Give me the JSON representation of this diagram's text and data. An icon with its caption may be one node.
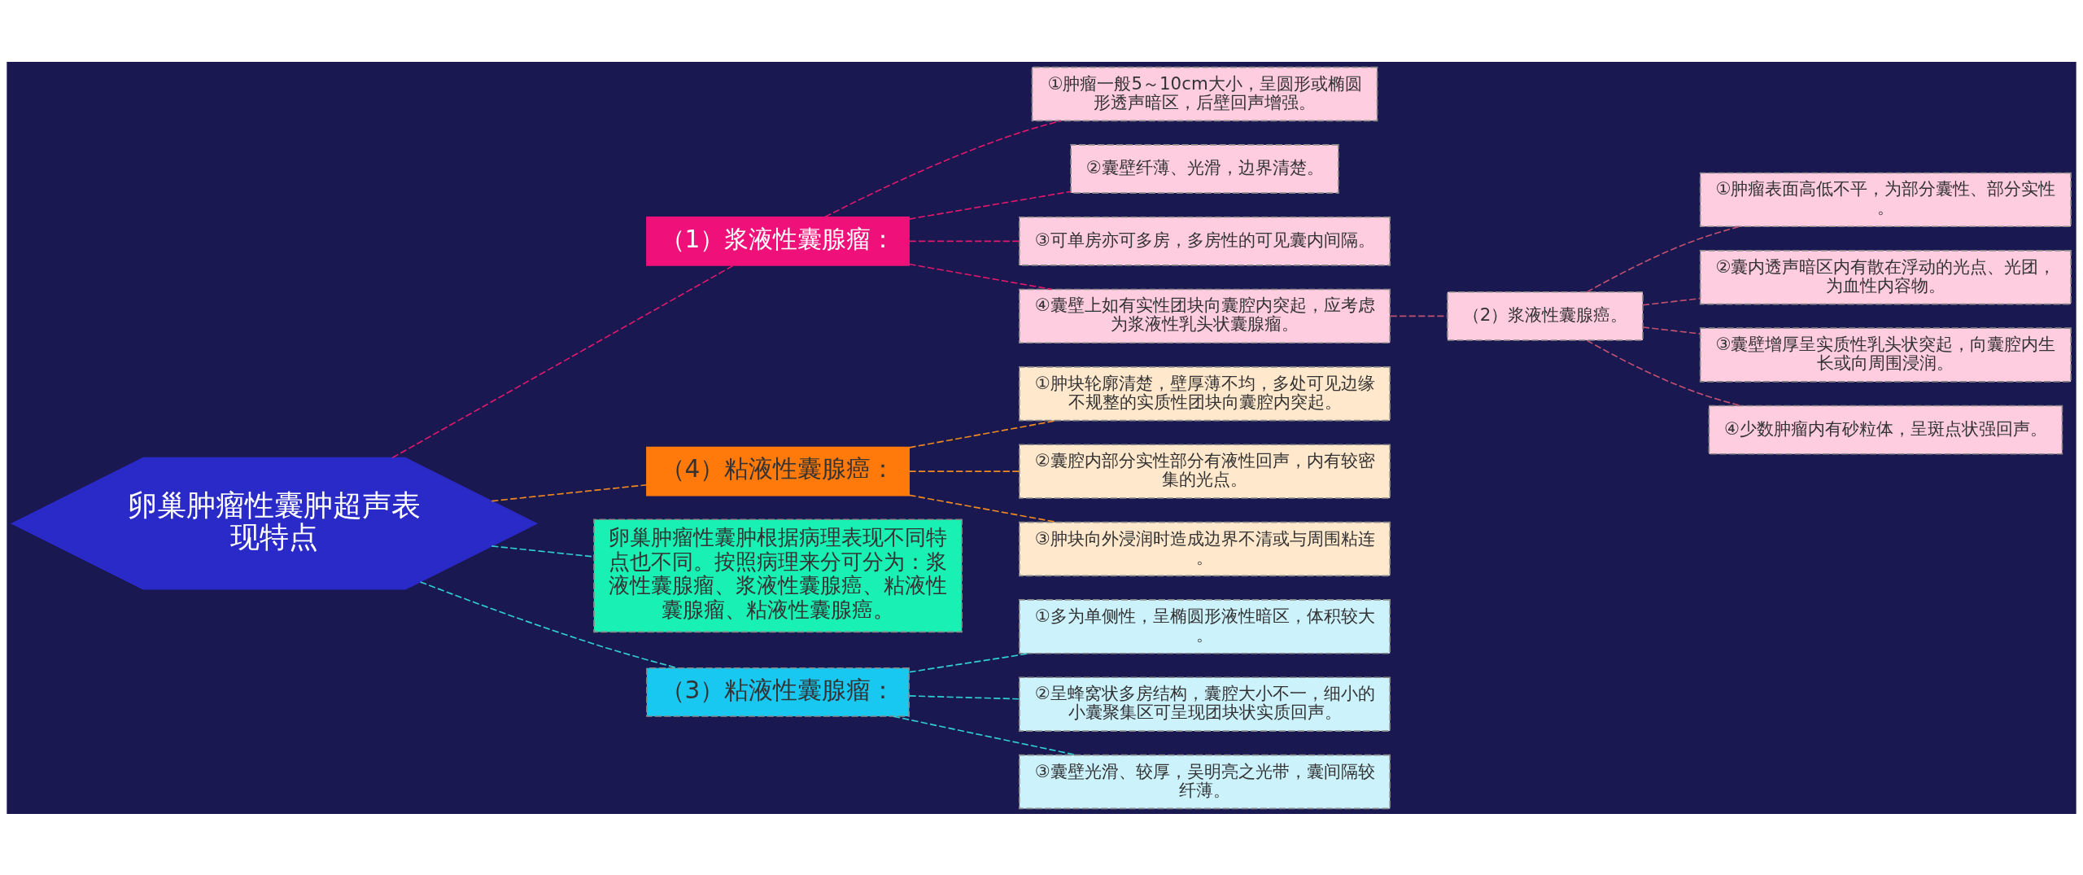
{
  "diagram": {
    "nodes": [
      {
        "text": [
          "卵巢肿瘤性囊肿超声表现特点"
        ]
      },
      {
        "text": [
          "（1）浆液性囊腺瘤："
        ]
      },
      {
        "text": [
          "①肿瘤一般5～10cm大小，呈圆形或椭圆形透声暗区，后壁回声增强。"
        ]
      },
      {
        "text": [
          "②囊壁纤薄、光滑，边界清楚。"
        ]
      },
      {
        "text": [
          "③可单房亦可多房，多房性的可见囊内间隔。"
        ]
      },
      {
        "text": [
          "④囊壁上如有实性团块向囊腔内突起，应考虑为浆液性乳头状囊腺瘤。"
        ]
      },
      {
        "text": [
          "（2）浆液性囊腺癌。"
        ]
      },
      {
        "text": [
          "①肿瘤表面高低不平，为部分囊性、部分实性。"
        ]
      },
      {
        "text": [
          "②囊内透声暗区内有散在浮动的光点、光团，为血性内容物。"
        ]
      },
      {
        "text": [
          "③囊壁增厚呈实质性乳头状突起，向囊腔内生长或向周围浸润。"
        ]
      },
      {
        "text": [
          "④少数肿瘤内有砂粒体，呈斑点状强回声。"
        ]
      },
      {
        "text": [
          "（4）粘液性囊腺癌："
        ]
      },
      {
        "text": [
          "①肿块轮廓清楚，壁厚薄不均，多处可见边缘不规整的实质性团块向囊腔内突起。"
        ]
      },
      {
        "text": [
          "②囊腔内部分实性部分有液性回声，内有较密集的光点。"
        ]
      },
      {
        "text": [
          "③肿块向外浸润时造成边界不清或与周围粘连。"
        ]
      },
      {
        "text": [
          "卵巢肿瘤性囊肿根据病理表现不同特点也不同。按照病理来分可分为：浆液性囊腺瘤、浆液性囊腺癌、粘液性囊腺瘤、粘液性囊腺癌。"
        ]
      },
      {
        "text": [
          "（3）粘液性囊腺瘤："
        ]
      },
      {
        "text": [
          "①多为单侧性，呈椭圆形液性暗区，体积较大。"
        ]
      },
      {
        "text": [
          "②呈蜂窝状多房结构，囊腔大小不一，细小的小囊聚集区可呈现团块状实质回声。"
        ]
      },
      {
        "text": [
          "③囊壁光滑、较厚，吴明亮之光带，囊间隔较纤薄。"
        ]
      }
    ],
    "edges": [
      {
        "from": 0,
        "to": 1,
        "arrow": "none",
        "style": "dashed",
        "color": "#e0186c"
      },
      {
        "from": 1,
        "to": 2,
        "arrow": "none",
        "style": "dashed",
        "color": "#e0186c"
      },
      {
        "from": 1,
        "to": 3,
        "arrow": "none",
        "style": "dashed",
        "color": "#e0186c"
      },
      {
        "from": 1,
        "to": 4,
        "arrow": "none",
        "style": "dashed",
        "color": "#e0186c"
      },
      {
        "from": 1,
        "to": 5,
        "arrow": "none",
        "style": "dashed",
        "color": "#e0186c"
      },
      {
        "from": 5,
        "to": 6,
        "arrow": "none",
        "style": "dashed",
        "color": "#c05070"
      },
      {
        "from": 6,
        "to": 7,
        "arrow": "none",
        "style": "dashed",
        "color": "#c05070"
      },
      {
        "from": 6,
        "to": 8,
        "arrow": "none",
        "style": "dashed",
        "color": "#c05070"
      },
      {
        "from": 6,
        "to": 9,
        "arrow": "none",
        "style": "dashed",
        "color": "#c05070"
      },
      {
        "from": 6,
        "to": 10,
        "arrow": "none",
        "style": "dashed",
        "color": "#c05070"
      },
      {
        "from": 0,
        "to": 11,
        "arrow": "none",
        "style": "dashed",
        "color": "#f08a20"
      },
      {
        "from": 11,
        "to": 12,
        "arrow": "none",
        "style": "dashed",
        "color": "#f08a20"
      },
      {
        "from": 11,
        "to": 13,
        "arrow": "none",
        "style": "dashed",
        "color": "#f08a20"
      },
      {
        "from": 11,
        "to": 14,
        "arrow": "none",
        "style": "dashed",
        "color": "#f08a20"
      },
      {
        "from": 0,
        "to": 15,
        "arrow": "none",
        "style": "dashed",
        "color": "#30d0d0"
      },
      {
        "from": 0,
        "to": 16,
        "arrow": "none",
        "style": "dashed",
        "color": "#30d0d0"
      },
      {
        "from": 16,
        "to": 17,
        "arrow": "none",
        "style": "dashed",
        "color": "#30d0d0"
      },
      {
        "from": 16,
        "to": 18,
        "arrow": "none",
        "style": "dashed",
        "color": "#30d0d0"
      },
      {
        "from": 16,
        "to": 19,
        "arrow": "none",
        "style": "dashed",
        "color": "#30d0d0"
      }
    ]
  }
}
